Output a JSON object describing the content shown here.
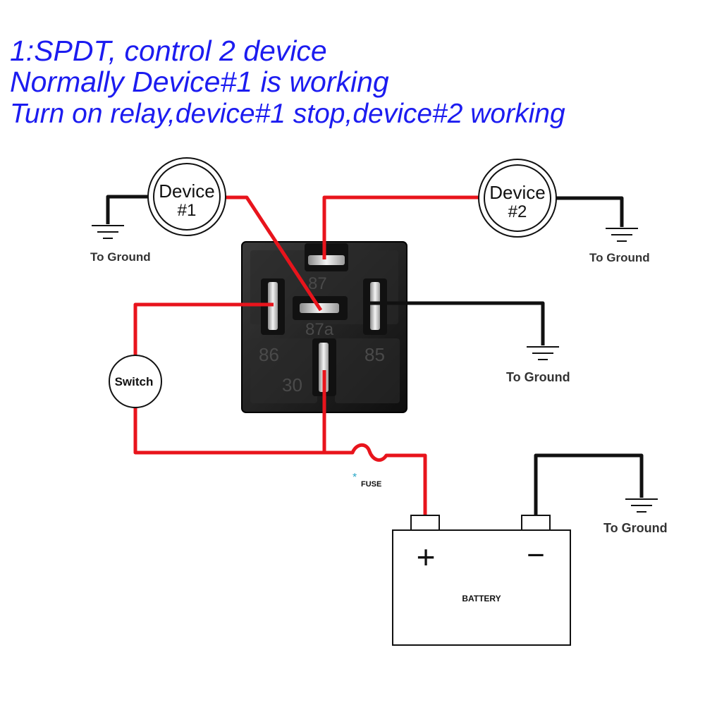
{
  "heading": {
    "line1": "1:SPDT, control 2 device",
    "line2": "Normally Device#1 is working",
    "line3": "Turn on relay,device#1 stop,device#2 working"
  },
  "devices": {
    "device1": {
      "line1": "Device",
      "line2": "#1"
    },
    "device2": {
      "line1": "Device",
      "line2": "#2"
    }
  },
  "relay_pins": {
    "p87": "87",
    "p87a": "87a",
    "p86": "86",
    "p85": "85",
    "p30": "30"
  },
  "ground_label": "To Ground",
  "switch_label": "Switch",
  "fuse_label": "FUSE",
  "fuse_marker": "*",
  "battery": {
    "label": "BATTERY",
    "plus": "+",
    "minus": "−"
  },
  "colors": {
    "heading": "#1c1cf0",
    "power_wire": "#e8141c",
    "ground_wire": "#111111",
    "relay_body": "#1a1a1a",
    "fuse_marker": "#2aa8c8"
  }
}
